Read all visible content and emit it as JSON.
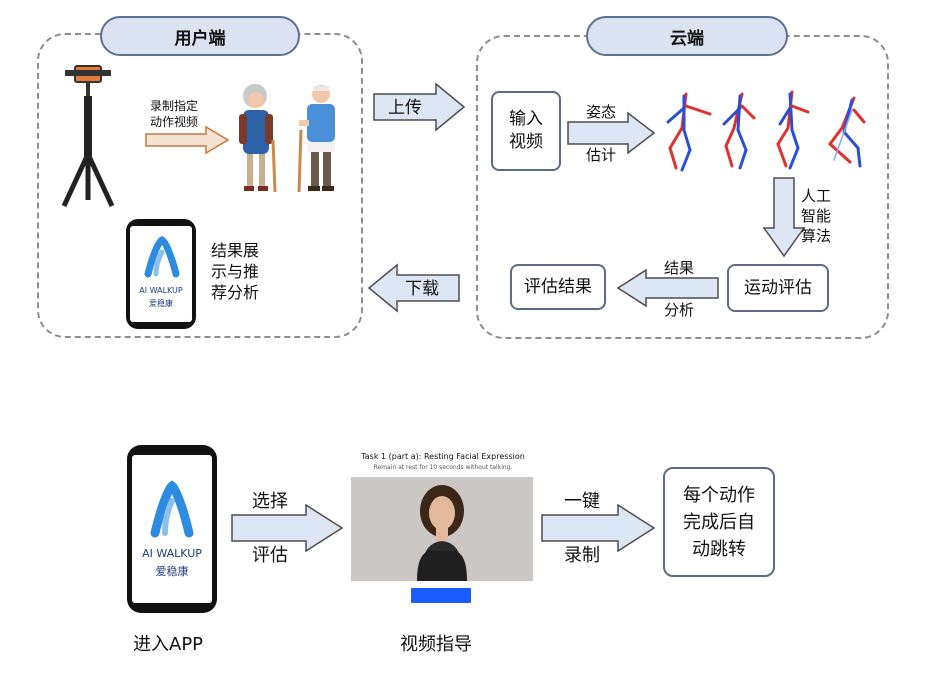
{
  "top": {
    "client": {
      "title": "用户端",
      "record_label_line1": "录制指定",
      "record_label_line2": "动作视频",
      "results_line1": "结果展",
      "results_line2": "示与推",
      "results_line3": "荐分析",
      "app_logo_text": "AI WALKUP",
      "app_logo_cn": "爱稳康"
    },
    "upload_label": "上传",
    "download_label": "下载",
    "cloud": {
      "title": "云端",
      "input_video_line1": "输入",
      "input_video_line2": "视频",
      "pose_line1": "姿态",
      "pose_line2": "估计",
      "ai_line1": "人工",
      "ai_line2": "智能",
      "ai_line3": "算法",
      "motion_eval": "运动评估",
      "result_line1": "结果",
      "result_line2": "分析",
      "eval_result": "评估结果"
    }
  },
  "bottom": {
    "app_logo_text": "AI WALKUP",
    "app_logo_cn": "爱稳康",
    "enter_app": "进入APP",
    "select_line1": "选择",
    "select_line2": "评估",
    "video_task_title": "Task 1 (part a): Resting Facial Expression",
    "video_task_sub": "Remain at rest for 10 seconds without talking.",
    "video_guide": "视频指导",
    "record_line1": "一键",
    "record_line2": "录制",
    "auto_line1": "每个动作",
    "auto_line2": "完成后自",
    "auto_line3": "动跳转"
  },
  "colors": {
    "accent_blue": "#2d8be0",
    "pill_fill": "#dbe3f3",
    "arrow_fill": "#dde6f4",
    "box_border": "#5c6b8c"
  }
}
